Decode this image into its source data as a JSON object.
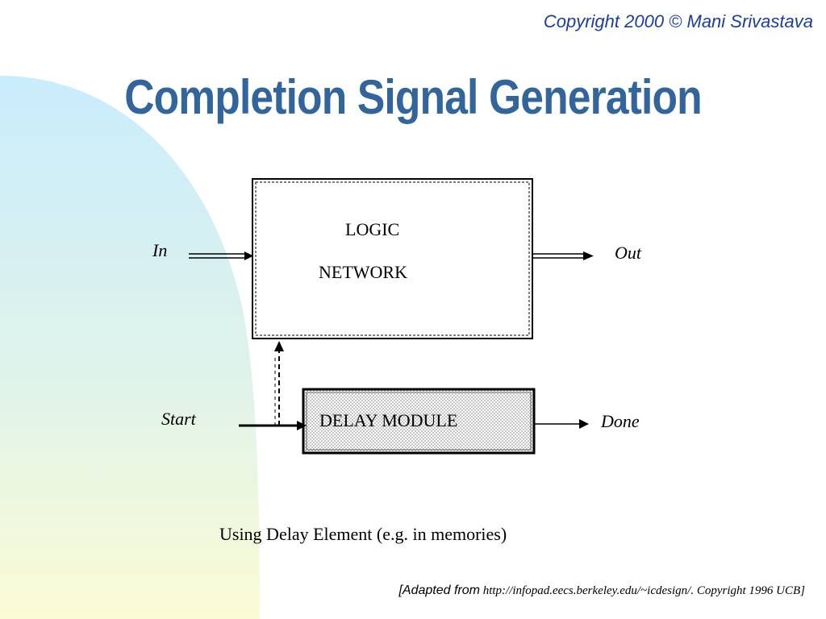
{
  "header": {
    "copyright": "Copyright 2000 © Mani Srivastava"
  },
  "slide": {
    "title": "Completion Signal Generation",
    "caption": "Using Delay Element (e.g. in memories)",
    "credit_prefix": "[Adapted from",
    "credit_suffix": " http://infopad.eecs.berkeley.edu/~icdesign/. Copyright 1996 UCB]"
  },
  "diagram": {
    "logic_line1": "LOGIC",
    "logic_line2": "NETWORK",
    "delay_label": "DELAY MODULE",
    "in_label": "In",
    "out_label": "Out",
    "start_label": "Start",
    "done_label": "Done"
  },
  "colors": {
    "title": "#31659c",
    "copyright": "#1a3ea0",
    "background_gradient_top": "#c9ecfc",
    "background_gradient_bottom": "#fbfbd5"
  }
}
